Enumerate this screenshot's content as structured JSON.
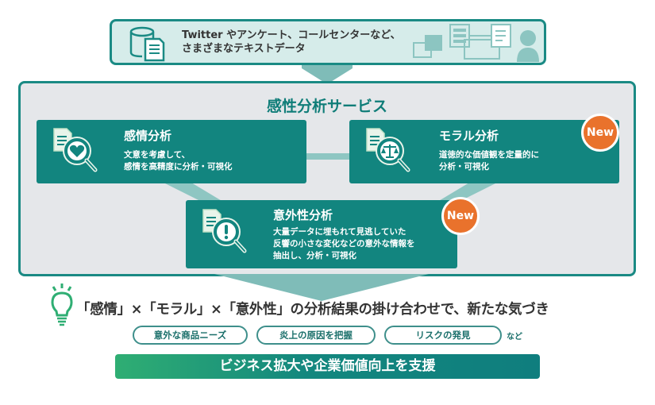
{
  "source": {
    "line1": "Twitter やアンケート、コールセンターなど、",
    "line2": "さまざまなテキストデータ",
    "icons": [
      "database-document-icon",
      "chat-bubbles-icon",
      "monitor-icon",
      "checklist-icon",
      "operator-icon"
    ]
  },
  "service": {
    "title": "感性分析サービス",
    "cards": [
      {
        "title": "感情分析",
        "desc1": "文意を考慮して、",
        "desc2": "感情を高精度に分析・可視化",
        "desc3": "",
        "icon": "heart-magnifier-icon",
        "badge": ""
      },
      {
        "title": "モラル分析",
        "desc1": "道徳的な価値観を定量的に",
        "desc2": "分析・可視化",
        "desc3": "",
        "icon": "scales-magnifier-icon",
        "badge": "New"
      },
      {
        "title": "意外性分析",
        "desc1": "大量データに埋もれて見逃していた",
        "desc2": "反響の小さな変化などの意外な情報を",
        "desc3": "抽出し、分析・可視化",
        "icon": "exclamation-magnifier-icon",
        "badge": "New"
      }
    ]
  },
  "insight": {
    "headline": "「感情」×「モラル」×「意外性」の分析結果の掛け合わせで、新たな気づき",
    "pills": [
      "意外な商品ニーズ",
      "炎上の原因を把握",
      "リスクの発見"
    ],
    "etc": "など"
  },
  "support": {
    "label": "ビジネス拡大や企業価値向上を支援"
  },
  "colors": {
    "teal": "#12857f",
    "border": "#1a8a84",
    "orange": "#e9722c",
    "panel": "#e5e7ea",
    "source_bg": "#d6ecea"
  }
}
